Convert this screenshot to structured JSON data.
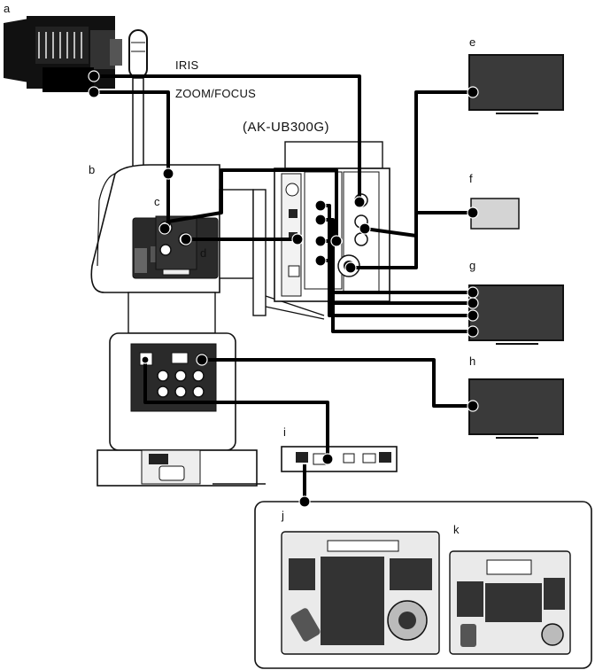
{
  "labels": {
    "a": "a",
    "b": "b",
    "c": "c",
    "d": "d",
    "e": "e",
    "f": "f",
    "g": "g",
    "h": "h",
    "i": "i",
    "j": "j",
    "k": "k"
  },
  "captions": {
    "iris": "IRIS",
    "zoom_focus": "ZOOM/FOCUS",
    "model": "(AK-UB300G)"
  }
}
